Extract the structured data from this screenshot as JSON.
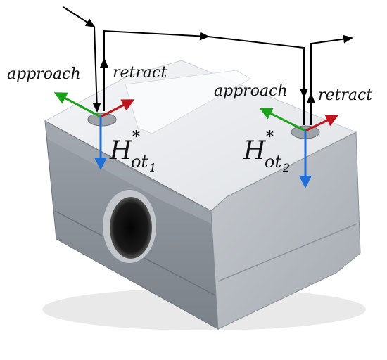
{
  "labels": {
    "approach_1": "approach",
    "retract_1": "retract",
    "approach_2": "approach",
    "retract_2": "retract"
  },
  "frames": {
    "frame_1": {
      "symbol": "H",
      "superscript": "*",
      "subscript": "ot",
      "index": "1"
    },
    "frame_2": {
      "symbol": "H",
      "superscript": "*",
      "subscript": "ot",
      "index": "2"
    }
  },
  "colors": {
    "axis_x": "#c0141c",
    "axis_y": "#1aa21a",
    "axis_z": "#1f6fd6",
    "path": "#000000",
    "block_top": "#eef0f3",
    "block_front": "#8e949b",
    "block_side": "#b7bcc2"
  }
}
